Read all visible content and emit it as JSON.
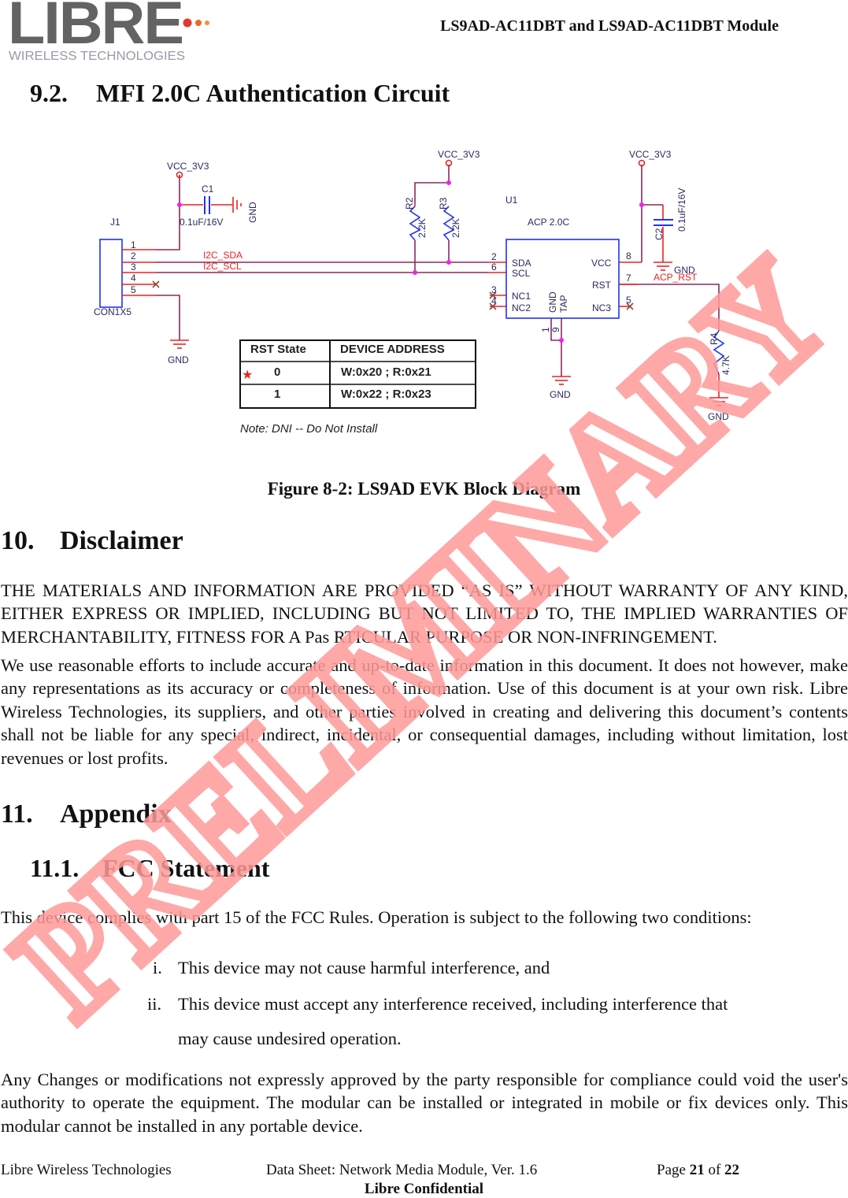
{
  "header": {
    "logo_text": "LIBRE",
    "logo_subtext": "WIRELESS TECHNOLOGIES",
    "title": "LS9AD-AC11DBT and LS9AD-AC11DBT Module",
    "logo_dot_colors": [
      "#e03a2f",
      "#e8672c",
      "#f0913a"
    ]
  },
  "section_9_2": {
    "number": "9.2.",
    "title": "MFI 2.0C Authentication Circuit"
  },
  "schematic": {
    "j1_label": "J1",
    "j1_part": "CON1X5",
    "j1_pins": [
      "1",
      "2",
      "3",
      "4",
      "5"
    ],
    "vcc": "VCC_3V3",
    "gnd": "GND",
    "c1_label": "C1",
    "c1_value": "0.1uF/16V",
    "c2_label": "C2",
    "c2_value": "0.1uF/16V",
    "net_sda": "I2C_SDA",
    "net_scl": "I2C_SCL",
    "r2_label": "R2",
    "r3_label": "R3",
    "r2_value": "2.2K",
    "r3_value": "2.2K",
    "r4_label": "R4",
    "r4_value": "4.7K",
    "u1_label": "U1",
    "u1_part": "ACP 2.0C",
    "u1_pins": {
      "sda": "SDA",
      "scl": "SCL",
      "nc1": "NC1",
      "nc2": "NC2",
      "vcc": "VCC",
      "rst": "RST",
      "nc3": "NC3",
      "gnd": "GND",
      "tap": "TAP"
    },
    "u1_pin_numbers": {
      "sda": "2",
      "scl": "6",
      "nc1": "3",
      "nc2": "4",
      "vcc": "8",
      "rst": "7",
      "nc3": "5",
      "gnd": "1",
      "tap": "9"
    },
    "net_rst": "ACP_RST",
    "table": {
      "headers": [
        "RST State",
        "DEVICE ADDRESS"
      ],
      "rows": [
        {
          "state": "0",
          "address": "W:0x20 ; R:0x21",
          "marker": "★"
        },
        {
          "state": "1",
          "address": "W:0x22 ; R:0x23"
        }
      ]
    },
    "note": "Note: DNI -- Do Not Install"
  },
  "caption": "Figure 8-2: LS9AD EVK Block Diagram",
  "section_10": {
    "number": "10.",
    "title": "Disclaimer",
    "paragraphs": [
      "THE MATERIALS AND INFORMATION ARE PROVIDED “AS IS” WITHOUT WARRANTY OF ANY KIND, EITHER EXPRESS OR IMPLIED, INCLUDING BUT NOT LIMITED TO, THE IMPLIED WARRANTIES OF MERCHANTABILITY, FITNESS FOR A Pas RTICULAR PURPOSE OR NON-INFRINGEMENT.",
      "We use reasonable efforts to include accurate and up-to-date information in this document. It does not however, make any representations as its accuracy or completeness of information. Use of this document is at your own risk. Libre Wireless Technologies, its suppliers, and other parties involved in creating and delivering this document’s contents shall not be liable for any special, indirect, incidental, or consequential damages, including without limitation, lost revenues or lost profits."
    ]
  },
  "section_11": {
    "number": "11.",
    "title": "Appendix"
  },
  "section_11_1": {
    "number": "11.1.",
    "title": "FCC Statement",
    "intro": "This device complies with part 15 of the FCC Rules. Operation is subject to the following two conditions:",
    "items": [
      {
        "marker": "i.",
        "text": "This device may not cause harmful interference, and"
      },
      {
        "marker": "ii.",
        "text": "This device must accept any interference received, including interference that",
        "continuation": "may cause undesired operation."
      }
    ],
    "closing": "Any Changes or modifications not expressly approved by the party responsible for compliance could void the user's authority to operate the equipment. The modular can be installed or integrated in mobile or fix devices only. This modular cannot be installed in any portable device."
  },
  "watermark": {
    "text": "PRELIMINARY",
    "color": "#ff9a9a"
  },
  "footer": {
    "company": "Libre Wireless Technologies",
    "doc": "Data Sheet: Network Media Module, Ver. 1.6",
    "page_prefix": "Page",
    "page": "21",
    "page_of": "of",
    "total": "22",
    "confidential": "Libre Confidential"
  }
}
